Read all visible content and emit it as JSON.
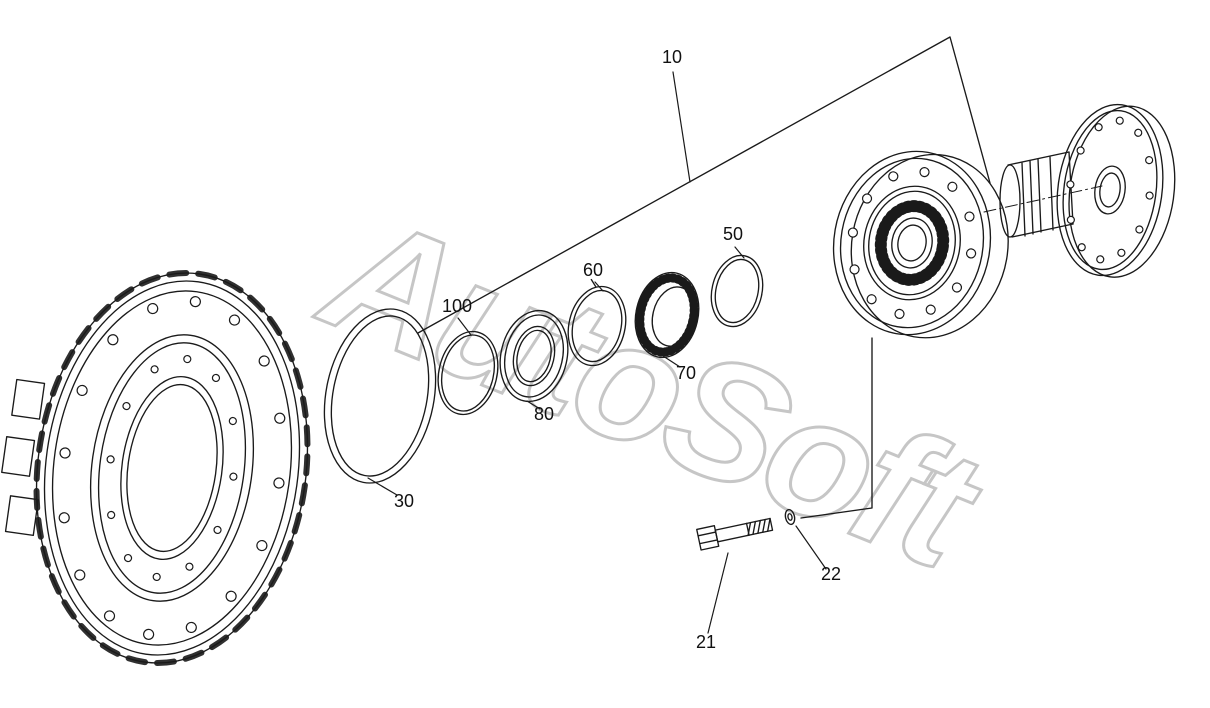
{
  "page": {
    "background": "#ffffff",
    "line_color": "#1a1a1a"
  },
  "watermark": {
    "text": "AutoSoft",
    "color": "#c6c6c6"
  },
  "diagram": {
    "part_labels": {
      "l10": "10",
      "l21": "21",
      "l22": "22",
      "l30": "30",
      "l50": "50",
      "l60": "60",
      "l70": "70",
      "l80": "80",
      "l100": "100"
    }
  }
}
